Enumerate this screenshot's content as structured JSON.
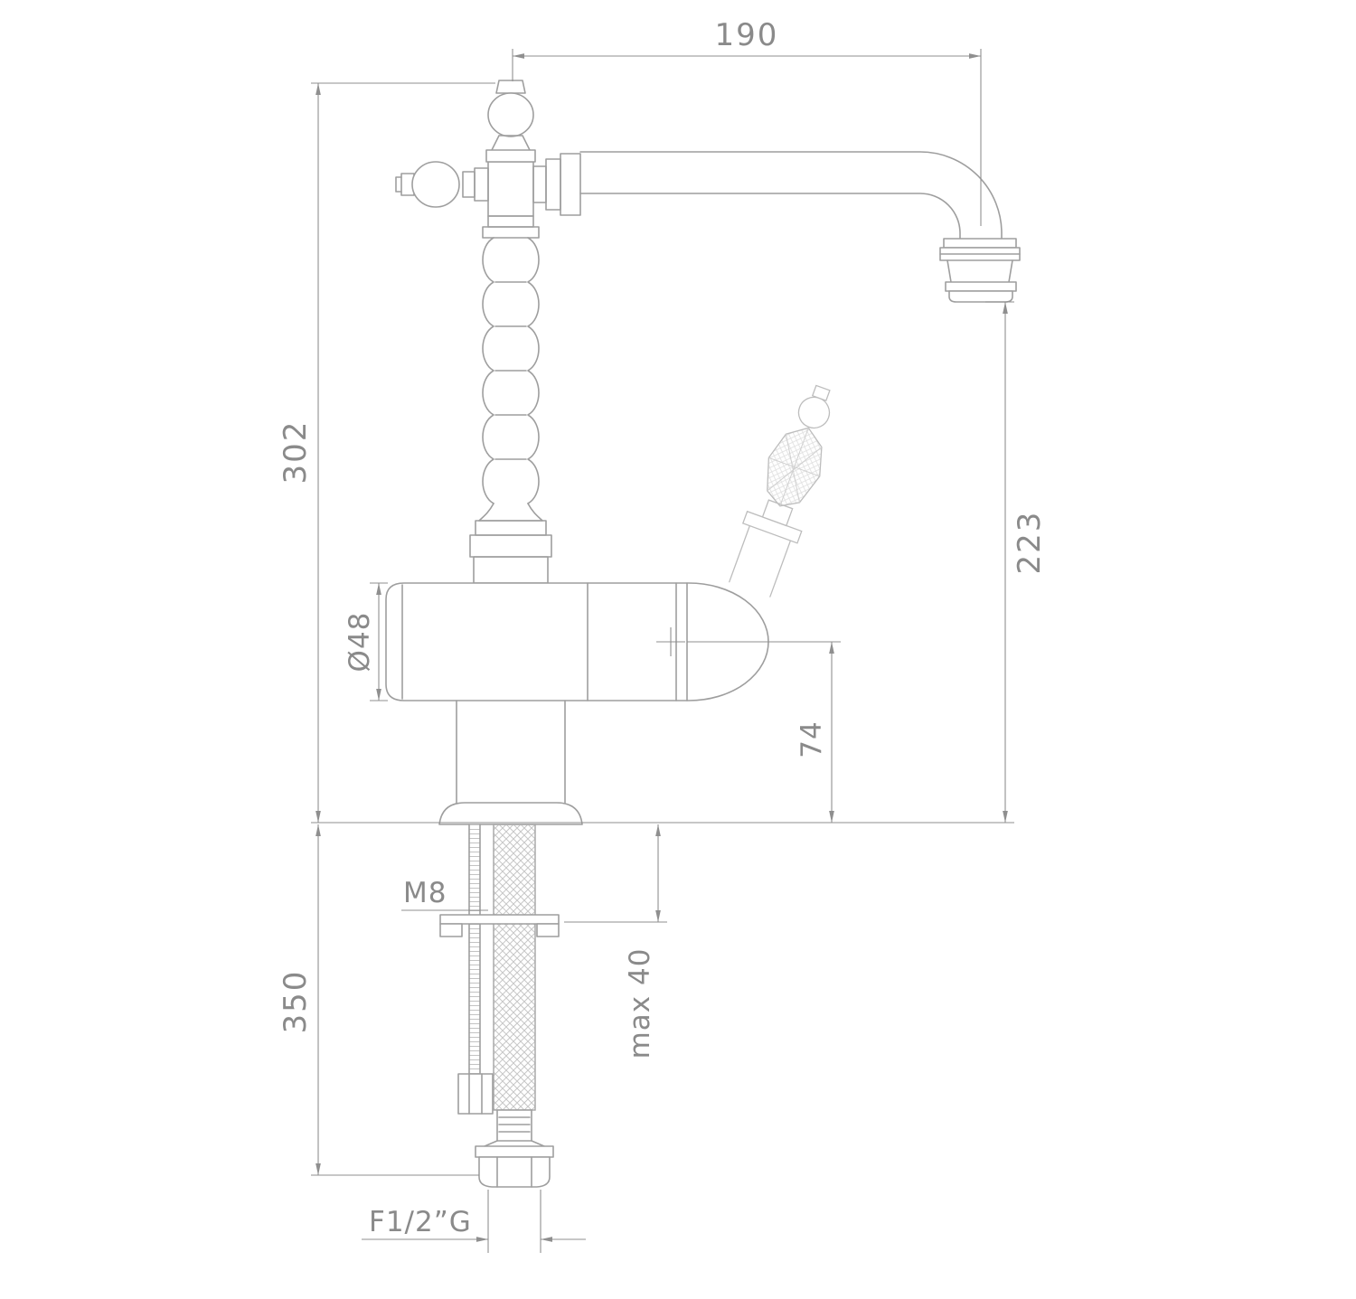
{
  "drawing": {
    "subject": "single-lever faucet technical drawing",
    "line_color": "#9e9e9e",
    "dim_color": "#8a8a8a",
    "dimensions": {
      "spout_reach": "190",
      "body_height": "302",
      "spout_outlet_height": "223",
      "body_diameter": "Ø48",
      "handle_axis_height": "74",
      "stud_thread": "M8",
      "max_mounting_thickness": "max 40",
      "hose_length": "350",
      "inlet_thread": "F1/2”G"
    }
  }
}
